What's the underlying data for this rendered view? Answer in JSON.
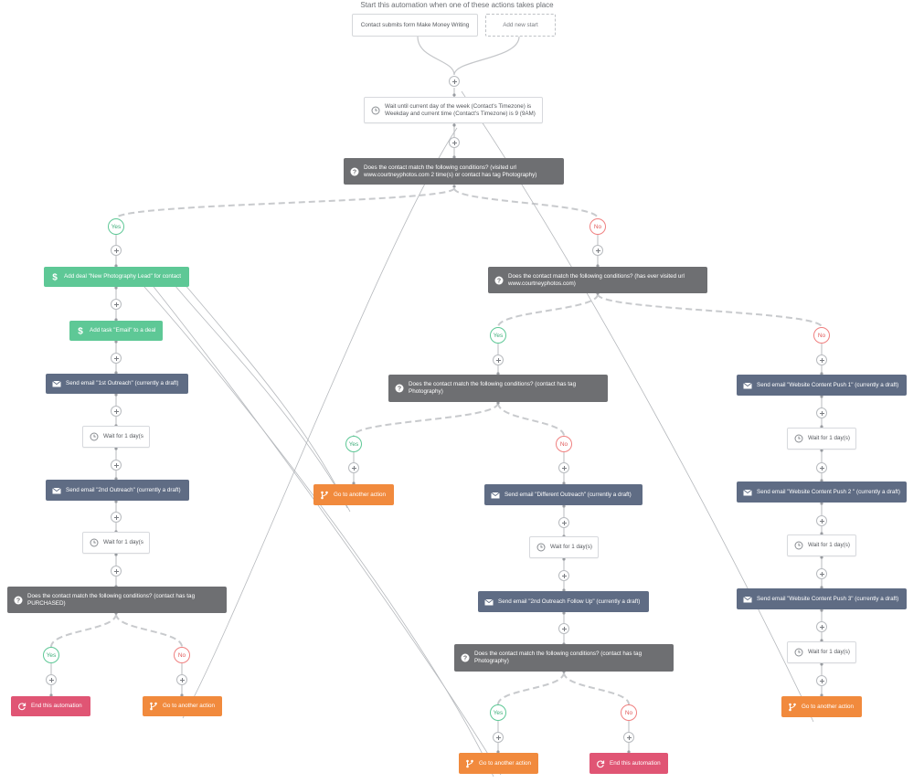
{
  "header": {
    "title": "Start this automation when one of these actions takes place"
  },
  "triggers": {
    "trigger_1": "Contact submits form Make Money Writing",
    "add_new": "Add new start"
  },
  "branch_labels": {
    "yes": "Yes",
    "no": "No"
  },
  "steps": {
    "wait_weekday": "Wait until current day of the week (Contact's Timezone) is Weekday and current time (Contact's Timezone) is 9 (9AM)",
    "cond_main": "Does the contact match the following conditions? (visited url www.courtneyphotos.com 2 time(s) or contact has tag Photography)",
    "deal_add": "Add deal \"New Photography Lead\" for contact",
    "task_add": "Add task \"Email\" to a deal",
    "email_1st": "Send email \"1st Outreach\" (currently a draft)",
    "wait_l1": "Wait for 1 day(s)",
    "email_2nd": "Send email \"2nd Outreach\" (currently a draft)",
    "wait_l2": "Wait for 1 day(s)",
    "cond_purchased": "Does the contact match the following conditions? (contact has tag PURCHASED)",
    "end_l": "End this automation",
    "goto_l": "Go to another action",
    "cond_visited": "Does the contact match the following conditions? (has ever visited url www.courtneyphotos.com)",
    "cond_photo1": "Does the contact match the following conditions? (contact has tag Photography)",
    "goto_m": "Go to another action",
    "email_diff": "Send email \"Different Outreach\" (currently a draft)",
    "wait_m": "Wait for 1 day(s)",
    "email_follow": "Send email \"2nd Outreach Follow Up\" (currently a draft)",
    "cond_photo2": "Does the contact match the following conditions? (contact has tag Photography)",
    "goto_b": "Go to another action",
    "end_b": "End this automation",
    "email_push1": "Send email \"Website Content Push 1\" (currently a draft)",
    "wait_r1": "Wait for 1 day(s)",
    "email_push2": "Send email \"Website Content Push 2 \" (currently a draft)",
    "wait_r2": "Wait for 1 day(s)",
    "email_push3": "Send email \"Website Content Push 3\" (currently a draft)",
    "wait_r3": "Wait for 1 day(s)",
    "goto_r": "Go to another action"
  },
  "icons": {
    "wait": "clock-icon",
    "condition": "question-circle-icon",
    "email": "envelope-icon",
    "deal": "dollar-icon",
    "goto": "branch-icon",
    "end": "refresh-icon"
  },
  "colors": {
    "condition": "#6e6f72",
    "email": "#5f6c84",
    "deal": "#5ec896",
    "goto": "#f18a3d",
    "end": "#e05574",
    "yes": "#5ec896",
    "no": "#f08080",
    "connector": "#c4c6c9"
  }
}
